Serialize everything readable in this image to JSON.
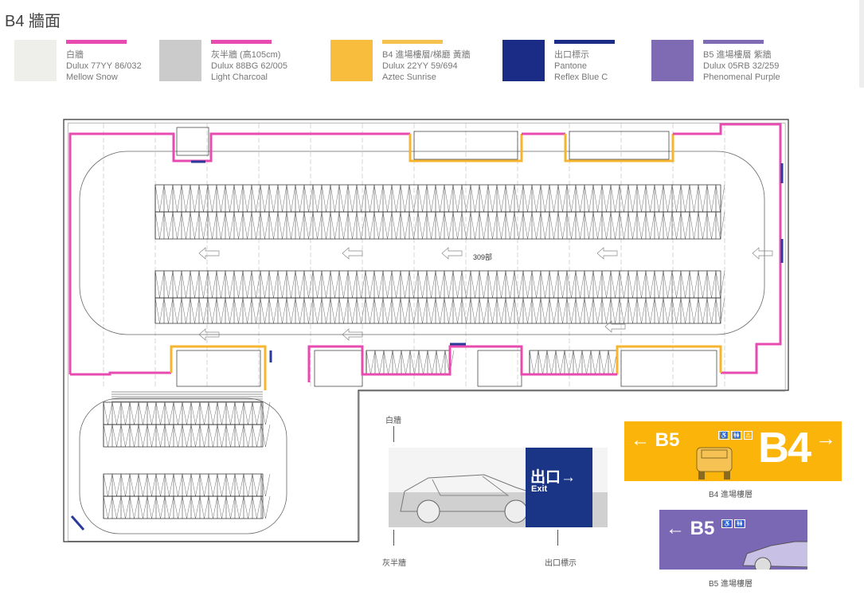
{
  "title": "B4 牆面",
  "legend": [
    {
      "name": "白牆",
      "code": "Dulux 77YY 86/032",
      "color_name": "Mellow Snow",
      "swatch": "#eeeeea",
      "bar": "#e84bb0"
    },
    {
      "name": "灰半牆 (高105cm)",
      "code": "Dulux 88BG 62/005",
      "color_name": "Light Charcoal",
      "swatch": "#cbcbcb",
      "bar": "#e84bb0"
    },
    {
      "name": "B4 進場樓層/梯廳 黃牆",
      "code": "Dulux 22YY 59/694",
      "color_name": "Aztec Sunrise",
      "swatch": "#f8bd3c",
      "bar": "#f5c250"
    },
    {
      "name": "出口標示",
      "code": "Pantone",
      "color_name": "Reflex Blue C",
      "swatch": "#1b2c86",
      "bar": "#1b2c86"
    },
    {
      "name": "B5 進場樓層 紫牆",
      "code": "Dulux 05RB 32/259",
      "color_name": "Phenomenal Purple",
      "swatch": "#7e6bb3",
      "bar": "#7e6bb3"
    }
  ],
  "plan": {
    "count_label": "309部",
    "wall_pink": "#e84bb0",
    "wall_yellow": "#f5b52e",
    "wall_blue": "#2a3a9a"
  },
  "elevation": {
    "label_white": "白牆",
    "label_gray": "灰半牆",
    "label_exit": "出口標示",
    "exit_cn": "出口",
    "exit_arrow": "→",
    "exit_en": "Exit"
  },
  "sign_b4": {
    "left": "← B5",
    "right": "B4",
    "arrow": "→",
    "icons": [
      "♿",
      "🚻",
      "⚠"
    ],
    "caption": "B4 進場樓層",
    "color": "#fbb40a"
  },
  "sign_b5": {
    "left": "← B5",
    "icons": [
      "♿",
      "🚻"
    ],
    "caption": "B5 進場樓層",
    "color": "#7b68b5"
  }
}
